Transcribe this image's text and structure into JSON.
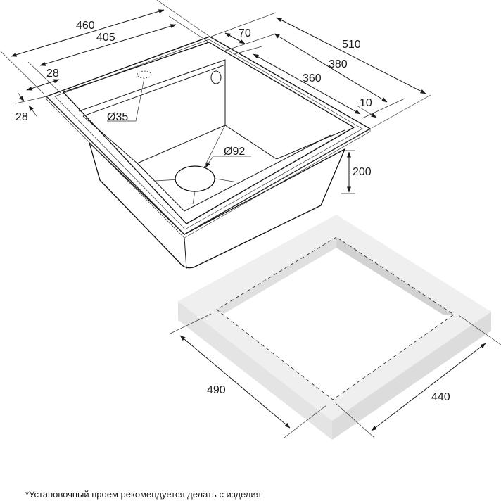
{
  "dimensions": {
    "d460": "460",
    "d405": "405",
    "d28_top": "28",
    "d28_side": "28",
    "d70": "70",
    "d510": "510",
    "d380": "380",
    "d360": "360",
    "d10": "10",
    "d200": "200",
    "d35": "Ø35",
    "d92": "Ø92",
    "d490": "490",
    "d440": "440"
  },
  "footnote": "*Установочный проем рекомендуется делать с изделия",
  "colors": {
    "line": "#1a1a1a",
    "countertop_top": "#ececec",
    "countertop_side": "#e2e2e2",
    "cutout_wall": "#d4d4d4"
  }
}
